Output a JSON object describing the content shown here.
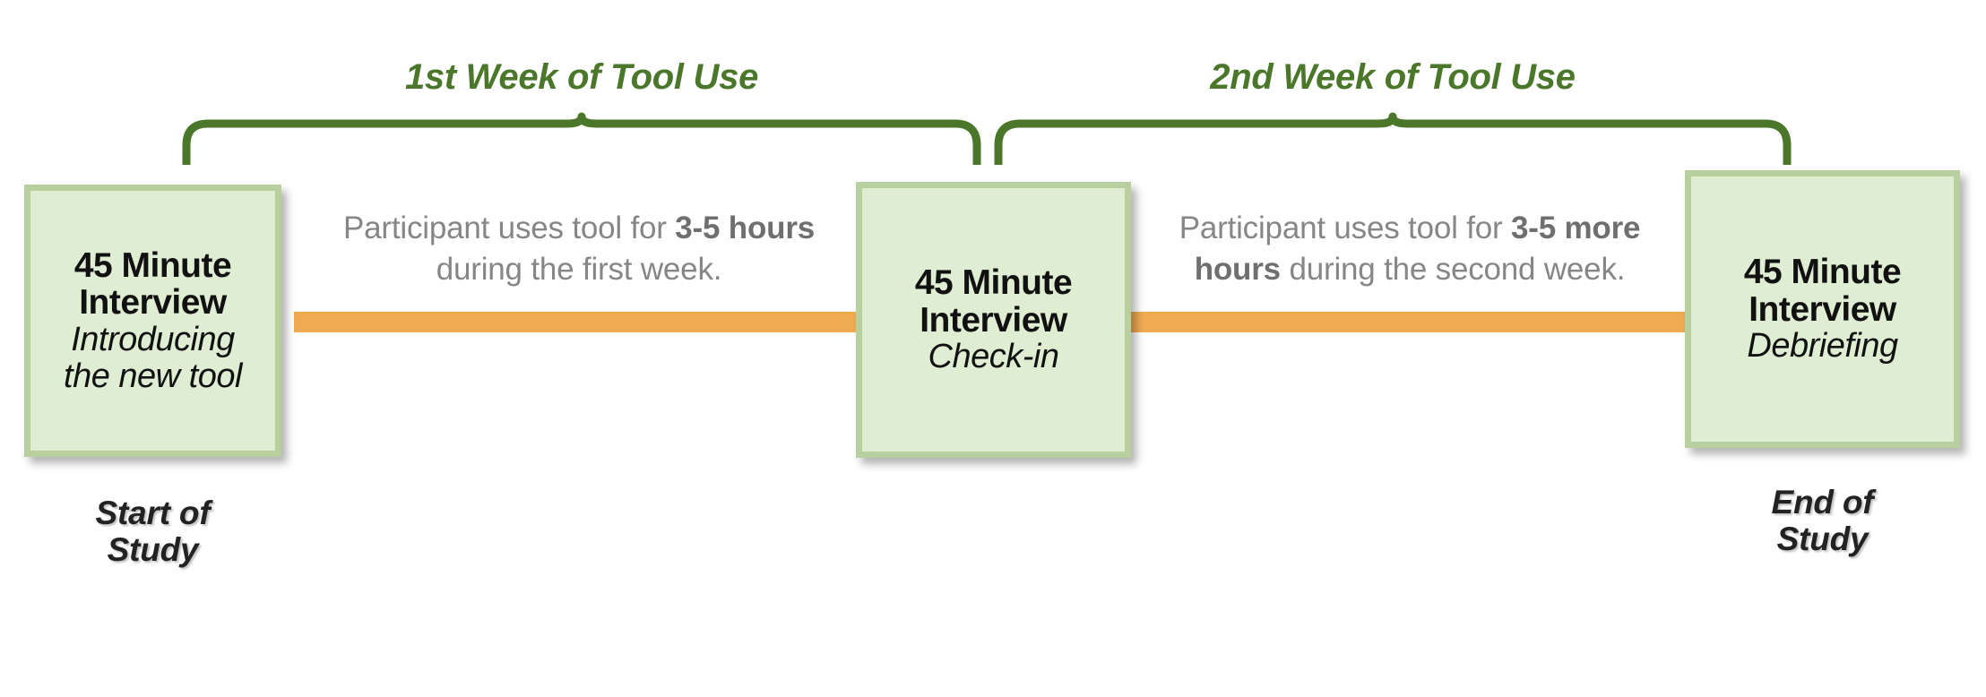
{
  "diagram": {
    "title": "Study timeline with three interviews and two weeks of tool use",
    "colors": {
      "brace_green": "#4a7729",
      "timeline_orange": "#f0ab52",
      "box_fill": "#dfeed3",
      "box_border": "#b8d0a0",
      "description_gray": "#868686",
      "caption_black": "#222222",
      "background": "#ffffff"
    },
    "phases": [
      {
        "id": "phase-1",
        "label": "1st Week of Tool Use"
      },
      {
        "id": "phase-2",
        "label": "2nd Week of Tool Use"
      }
    ],
    "nodes": [
      {
        "id": "node-1",
        "title_line_1": "45 Minute",
        "title_line_2": "Interview",
        "subtitle_line_1": "Introducing",
        "subtitle_line_2": "the new tool"
      },
      {
        "id": "node-2",
        "title_line_1": "45 Minute",
        "title_line_2": "Interview",
        "subtitle_line_1": "Check-in",
        "subtitle_line_2": ""
      },
      {
        "id": "node-3",
        "title_line_1": "45 Minute",
        "title_line_2": "Interview",
        "subtitle_line_1": "Debriefing",
        "subtitle_line_2": ""
      }
    ],
    "segments": [
      {
        "id": "segment-1",
        "text_before": "Participant uses tool for ",
        "text_emphasis": "3-5 hours",
        "text_after": " during the first week."
      },
      {
        "id": "segment-2",
        "text_before": "Participant uses tool for ",
        "text_emphasis": "3-5 more hours",
        "text_after": " during the second week."
      }
    ],
    "endpoints": {
      "start_line_1": "Start of",
      "start_line_2": "Study",
      "end_line_1": "End of",
      "end_line_2": "Study"
    }
  }
}
